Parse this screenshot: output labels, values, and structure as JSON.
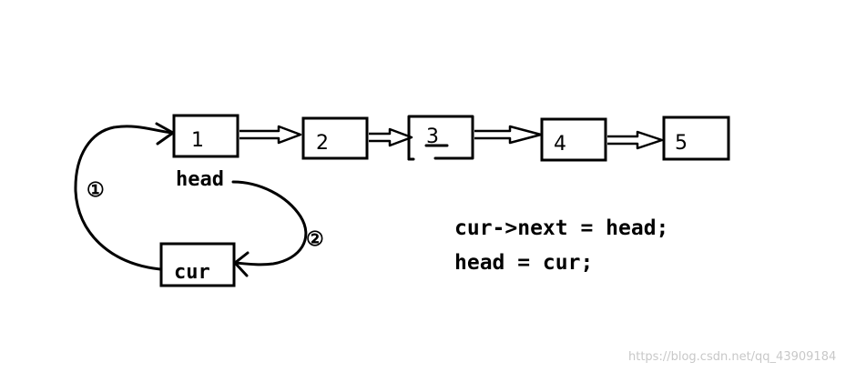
{
  "diagram": {
    "nodes": [
      {
        "id": "n1",
        "label": "1"
      },
      {
        "id": "n2",
        "label": "2"
      },
      {
        "id": "n3",
        "label": "3"
      },
      {
        "id": "n4",
        "label": "4"
      },
      {
        "id": "n5",
        "label": "5"
      }
    ],
    "cur_node": {
      "label": "cur"
    },
    "head_label": "head",
    "step_marks": [
      "①",
      "②"
    ],
    "code_lines": [
      "cur->next = head;",
      "head = cur;"
    ]
  },
  "watermark": "https://blog.csdn.net/qq_43909184"
}
